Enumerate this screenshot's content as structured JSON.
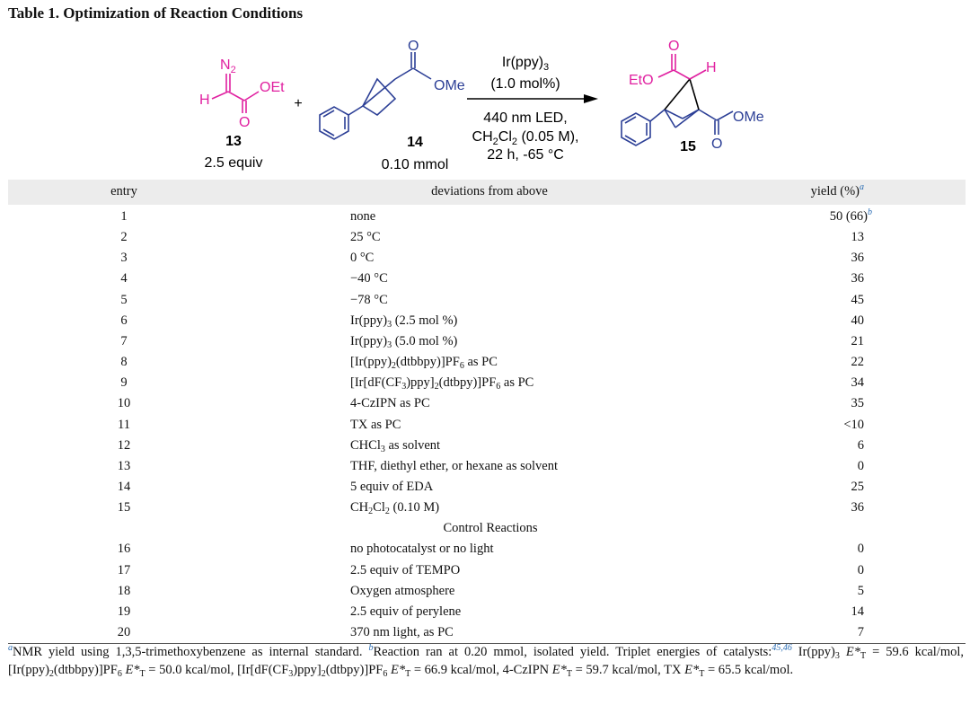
{
  "title": "Table 1. Optimization of Reaction Conditions",
  "scheme": {
    "reagent13": {
      "label": "13",
      "amount": "2.5 equiv",
      "n2": "N",
      "n2_sub": "2",
      "h": "H",
      "oet": "OEt",
      "o": "O"
    },
    "plus": "+",
    "reagent14": {
      "label": "14",
      "amount": "0.10 mmol",
      "o": "O",
      "ome": "OMe"
    },
    "conditions": {
      "catalyst": "Ir(ppy)",
      "catalyst_sub": "3",
      "loading": "(1.0 mol%)",
      "light": "440 nm LED,",
      "solvent_a": "CH",
      "solvent_sub1": "2",
      "solvent_b": "Cl",
      "solvent_sub2": "2",
      "solvent_c": " (0.05 M),",
      "time_temp": "22 h,  -65 °C"
    },
    "product15": {
      "label": "15",
      "eto": "EtO",
      "o": "O",
      "h": "H",
      "ome": "OMe",
      "o2": "O"
    },
    "colors": {
      "magenta": "#e020a0",
      "blue": "#2c3f96"
    }
  },
  "table": {
    "headers": {
      "entry": "entry",
      "deviation": "deviations from above",
      "yield": "yield (%)",
      "yield_note": "a"
    },
    "rows": [
      {
        "entry": "1",
        "dev": [
          {
            "t": "none"
          }
        ],
        "yield": "50 (66)",
        "note": "b"
      },
      {
        "entry": "2",
        "dev": [
          {
            "t": "25 °C"
          }
        ],
        "yield": "13"
      },
      {
        "entry": "3",
        "dev": [
          {
            "t": "0 °C"
          }
        ],
        "yield": "36"
      },
      {
        "entry": "4",
        "dev": [
          {
            "t": "−40 °C"
          }
        ],
        "yield": "36"
      },
      {
        "entry": "5",
        "dev": [
          {
            "t": "−78 °C"
          }
        ],
        "yield": "45"
      },
      {
        "entry": "6",
        "dev": [
          {
            "t": "Ir(ppy)"
          },
          {
            "s": "3"
          },
          {
            "t": " (2.5 mol %)"
          }
        ],
        "yield": "40"
      },
      {
        "entry": "7",
        "dev": [
          {
            "t": "Ir(ppy)"
          },
          {
            "s": "3"
          },
          {
            "t": " (5.0 mol %)"
          }
        ],
        "yield": "21"
      },
      {
        "entry": "8",
        "dev": [
          {
            "t": "[Ir(ppy)"
          },
          {
            "s": "2"
          },
          {
            "t": "(dtbbpy)]PF"
          },
          {
            "s": "6"
          },
          {
            "t": " as PC"
          }
        ],
        "yield": "22"
      },
      {
        "entry": "9",
        "dev": [
          {
            "t": "[Ir[dF(CF"
          },
          {
            "s": "3"
          },
          {
            "t": ")ppy]"
          },
          {
            "s": "2"
          },
          {
            "t": "(dtbpy)]PF"
          },
          {
            "s": "6"
          },
          {
            "t": " as PC"
          }
        ],
        "yield": "34"
      },
      {
        "entry": "10",
        "dev": [
          {
            "t": "4-CzIPN as PC"
          }
        ],
        "yield": "35"
      },
      {
        "entry": "11",
        "dev": [
          {
            "t": "TX as PC"
          }
        ],
        "yield": "<10"
      },
      {
        "entry": "12",
        "dev": [
          {
            "t": "CHCl"
          },
          {
            "s": "3"
          },
          {
            "t": " as solvent"
          }
        ],
        "yield": "6"
      },
      {
        "entry": "13",
        "dev": [
          {
            "t": "THF, diethyl ether, or hexane as solvent"
          }
        ],
        "yield": "0"
      },
      {
        "entry": "14",
        "dev": [
          {
            "t": "5 equiv of EDA"
          }
        ],
        "yield": "25"
      },
      {
        "entry": "15",
        "dev": [
          {
            "t": "CH"
          },
          {
            "s": "2"
          },
          {
            "t": "Cl"
          },
          {
            "s": "2"
          },
          {
            "t": " (0.10 M)"
          }
        ],
        "yield": "36"
      }
    ],
    "control_heading": "Control Reactions",
    "control_rows": [
      {
        "entry": "16",
        "dev": [
          {
            "t": "no photocatalyst or no light"
          }
        ],
        "yield": "0"
      },
      {
        "entry": "17",
        "dev": [
          {
            "t": "2.5 equiv of TEMPO"
          }
        ],
        "yield": "0"
      },
      {
        "entry": "18",
        "dev": [
          {
            "t": "Oxygen atmosphere"
          }
        ],
        "yield": "5"
      },
      {
        "entry": "19",
        "dev": [
          {
            "t": "2.5 equiv of perylene"
          }
        ],
        "yield": "14"
      },
      {
        "entry": "20",
        "dev": [
          {
            "t": "370 nm light, as PC"
          }
        ],
        "yield": "7"
      }
    ]
  },
  "footnote": [
    {
      "sup": "a"
    },
    {
      "t": "NMR yield using 1,3,5-trimethoxybenzene as internal standard. "
    },
    {
      "sup": "b"
    },
    {
      "t": "Reaction ran at 0.20 mmol, isolated yield. Triplet energies of catalysts:"
    },
    {
      "ref": "45,46"
    },
    {
      "t": " Ir(ppy)"
    },
    {
      "s": "3"
    },
    {
      "i": " E*"
    },
    {
      "s": "T"
    },
    {
      "t": " = 59.6 kcal/mol, [Ir(ppy)"
    },
    {
      "s": "2"
    },
    {
      "t": "(dtbbpy)]PF"
    },
    {
      "s": "6"
    },
    {
      "i": " E*"
    },
    {
      "s": "T"
    },
    {
      "t": " = 50.0 kcal/mol, [Ir[dF(CF"
    },
    {
      "s": "3"
    },
    {
      "t": ")ppy]"
    },
    {
      "s": "2"
    },
    {
      "t": "(dtbpy)]PF"
    },
    {
      "s": "6"
    },
    {
      "i": " E*"
    },
    {
      "s": "T"
    },
    {
      "t": " = 66.9 kcal/mol, 4-CzIPN "
    },
    {
      "i": "E*"
    },
    {
      "s": "T"
    },
    {
      "t": " = 59.7 kcal/mol, TX "
    },
    {
      "i": "E*"
    },
    {
      "s": "T"
    },
    {
      "t": " = 65.5 kcal/mol."
    }
  ]
}
